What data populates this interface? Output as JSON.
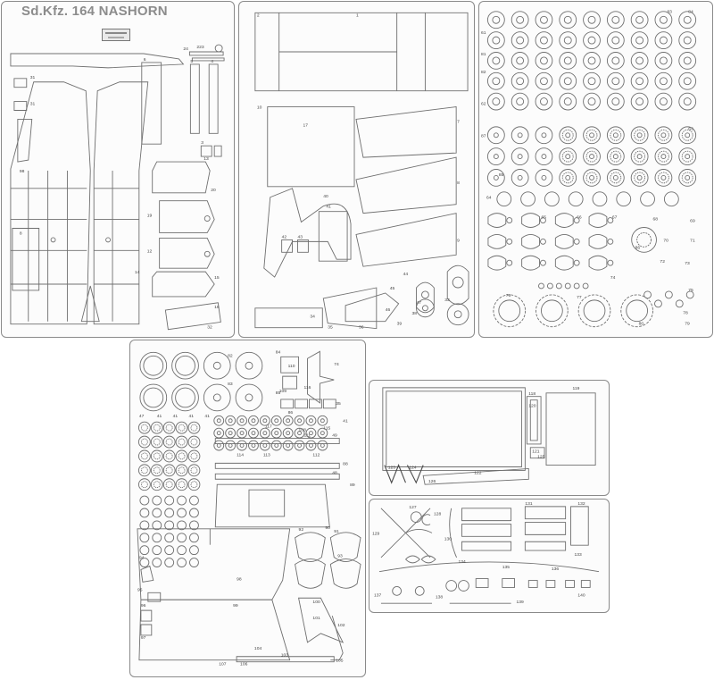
{
  "title": "Sd.Kfz. 164 NASHORN",
  "sheet1_labels": [
    "24",
    "223",
    "6",
    "5",
    "4",
    "3",
    "31",
    "31",
    "98",
    "13",
    "20",
    "19",
    "12",
    "14",
    "15",
    "16",
    "8",
    "32"
  ],
  "sheet2_labels": [
    "2",
    "1",
    "10",
    "17",
    "7",
    "8",
    "9",
    "40",
    "41",
    "42",
    "43",
    "44",
    "45",
    "46",
    "47",
    "33",
    "34",
    "35",
    "36",
    "38",
    "39"
  ],
  "sheet3_labels": [
    "61",
    "62",
    "63",
    "64",
    "65",
    "66",
    "67",
    "68",
    "69",
    "70",
    "71",
    "72",
    "73",
    "74",
    "75",
    "76",
    "77",
    "78",
    "79",
    "80",
    "81",
    "82",
    "83",
    "84",
    "85",
    "86",
    "87"
  ],
  "sheet4_labels": [
    "82",
    "83",
    "84",
    "85",
    "86",
    "74",
    "35",
    "49",
    "48",
    "47",
    "41",
    "41",
    "41",
    "41",
    "41",
    "88",
    "89",
    "90",
    "91",
    "92",
    "93",
    "94",
    "95",
    "96",
    "97",
    "98",
    "99",
    "100",
    "101",
    "102",
    "103",
    "104",
    "105",
    "106",
    "107",
    "108",
    "109",
    "110",
    "111",
    "112",
    "113",
    "114",
    "115",
    "116",
    "117"
  ],
  "sheet5_labels": [
    "118",
    "119",
    "120",
    "121",
    "122",
    "123",
    "124",
    "125",
    "126"
  ],
  "sheet6_labels": [
    "127",
    "128",
    "129",
    "130",
    "131",
    "132",
    "133",
    "134",
    "135",
    "136",
    "137",
    "138",
    "139",
    "140"
  ]
}
